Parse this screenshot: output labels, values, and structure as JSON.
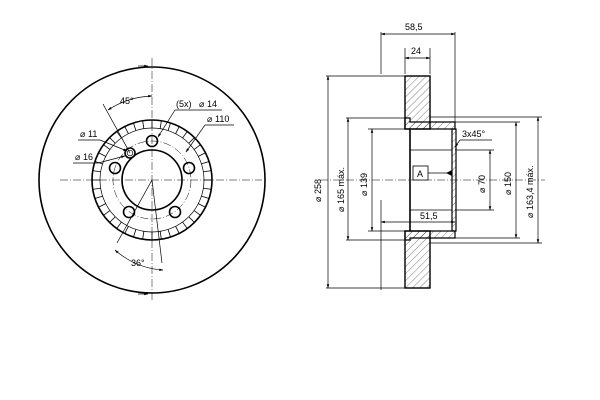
{
  "front_view": {
    "labels": {
      "angle_45": "45°",
      "bolt_holes": "(5x)",
      "bolt_hole_dia": "14",
      "bolt_circle": "110",
      "dia_11": "11",
      "dia_16": "16",
      "angle_36": "36°"
    }
  },
  "side_view": {
    "labels": {
      "total_width": "58,5",
      "hub_width": "24",
      "chamfer": "3x45°",
      "datum": "A",
      "inner_depth": "51,5",
      "dia_258": "258",
      "dia_165": "165 máx.",
      "dia_139": "139",
      "dia_70": "70",
      "dia_150": "150",
      "dia_163": "163,4 máx."
    }
  },
  "symbols": {
    "diameter": "⌀"
  }
}
